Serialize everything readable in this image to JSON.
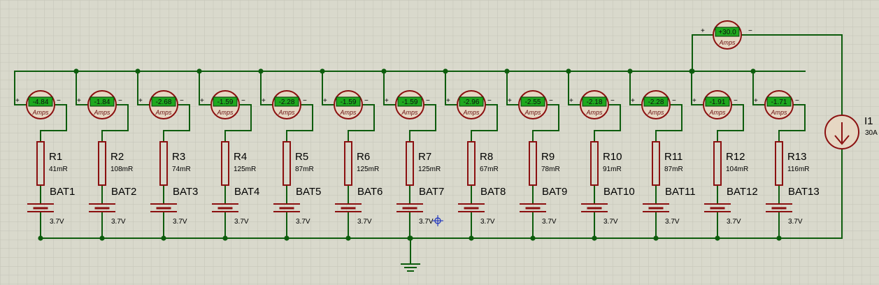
{
  "meter_unit": "Amps",
  "ammeters": [
    {
      "reading": "-4.84"
    },
    {
      "reading": "-1.84"
    },
    {
      "reading": "-2.68"
    },
    {
      "reading": "-1.59"
    },
    {
      "reading": "-2.28"
    },
    {
      "reading": "-1.59"
    },
    {
      "reading": "-1.59"
    },
    {
      "reading": "-2.96"
    },
    {
      "reading": "-2.55"
    },
    {
      "reading": "-2.18"
    },
    {
      "reading": "-2.28"
    },
    {
      "reading": "-1.91"
    },
    {
      "reading": "-1.71"
    }
  ],
  "main_ammeter": {
    "reading": "+30.0"
  },
  "resistors": [
    {
      "ref": "R1",
      "value": "41mR"
    },
    {
      "ref": "R2",
      "value": "108mR"
    },
    {
      "ref": "R3",
      "value": "74mR"
    },
    {
      "ref": "R4",
      "value": "125mR"
    },
    {
      "ref": "R5",
      "value": "87mR"
    },
    {
      "ref": "R6",
      "value": "125mR"
    },
    {
      "ref": "R7",
      "value": "125mR"
    },
    {
      "ref": "R8",
      "value": "67mR"
    },
    {
      "ref": "R9",
      "value": "78mR"
    },
    {
      "ref": "R10",
      "value": "91mR"
    },
    {
      "ref": "R11",
      "value": "87mR"
    },
    {
      "ref": "R12",
      "value": "104mR"
    },
    {
      "ref": "R13",
      "value": "116mR"
    }
  ],
  "batteries": [
    {
      "ref": "BAT1",
      "value": "3.7V"
    },
    {
      "ref": "BAT2",
      "value": "3.7V"
    },
    {
      "ref": "BAT3",
      "value": "3.7V"
    },
    {
      "ref": "BAT4",
      "value": "3.7V"
    },
    {
      "ref": "BAT5",
      "value": "3.7V"
    },
    {
      "ref": "BAT6",
      "value": "3.7V"
    },
    {
      "ref": "BAT7",
      "value": "3.7V"
    },
    {
      "ref": "BAT8",
      "value": "3.7V"
    },
    {
      "ref": "BAT9",
      "value": "3.7V"
    },
    {
      "ref": "BAT10",
      "value": "3.7V"
    },
    {
      "ref": "BAT11",
      "value": "3.7V"
    },
    {
      "ref": "BAT12",
      "value": "3.7V"
    },
    {
      "ref": "BAT13",
      "value": "3.7V"
    }
  ],
  "current_source": {
    "ref": "I1",
    "value": "30A"
  },
  "terminal_plus": "+",
  "terminal_minus": "−",
  "colors": {
    "background": "#d9d9cc",
    "grid": "#c2c2b4",
    "wire": "#0d5c0d",
    "component": "#8b1010",
    "meter_body": "#e6d7c3",
    "display": "#1ea81e"
  }
}
